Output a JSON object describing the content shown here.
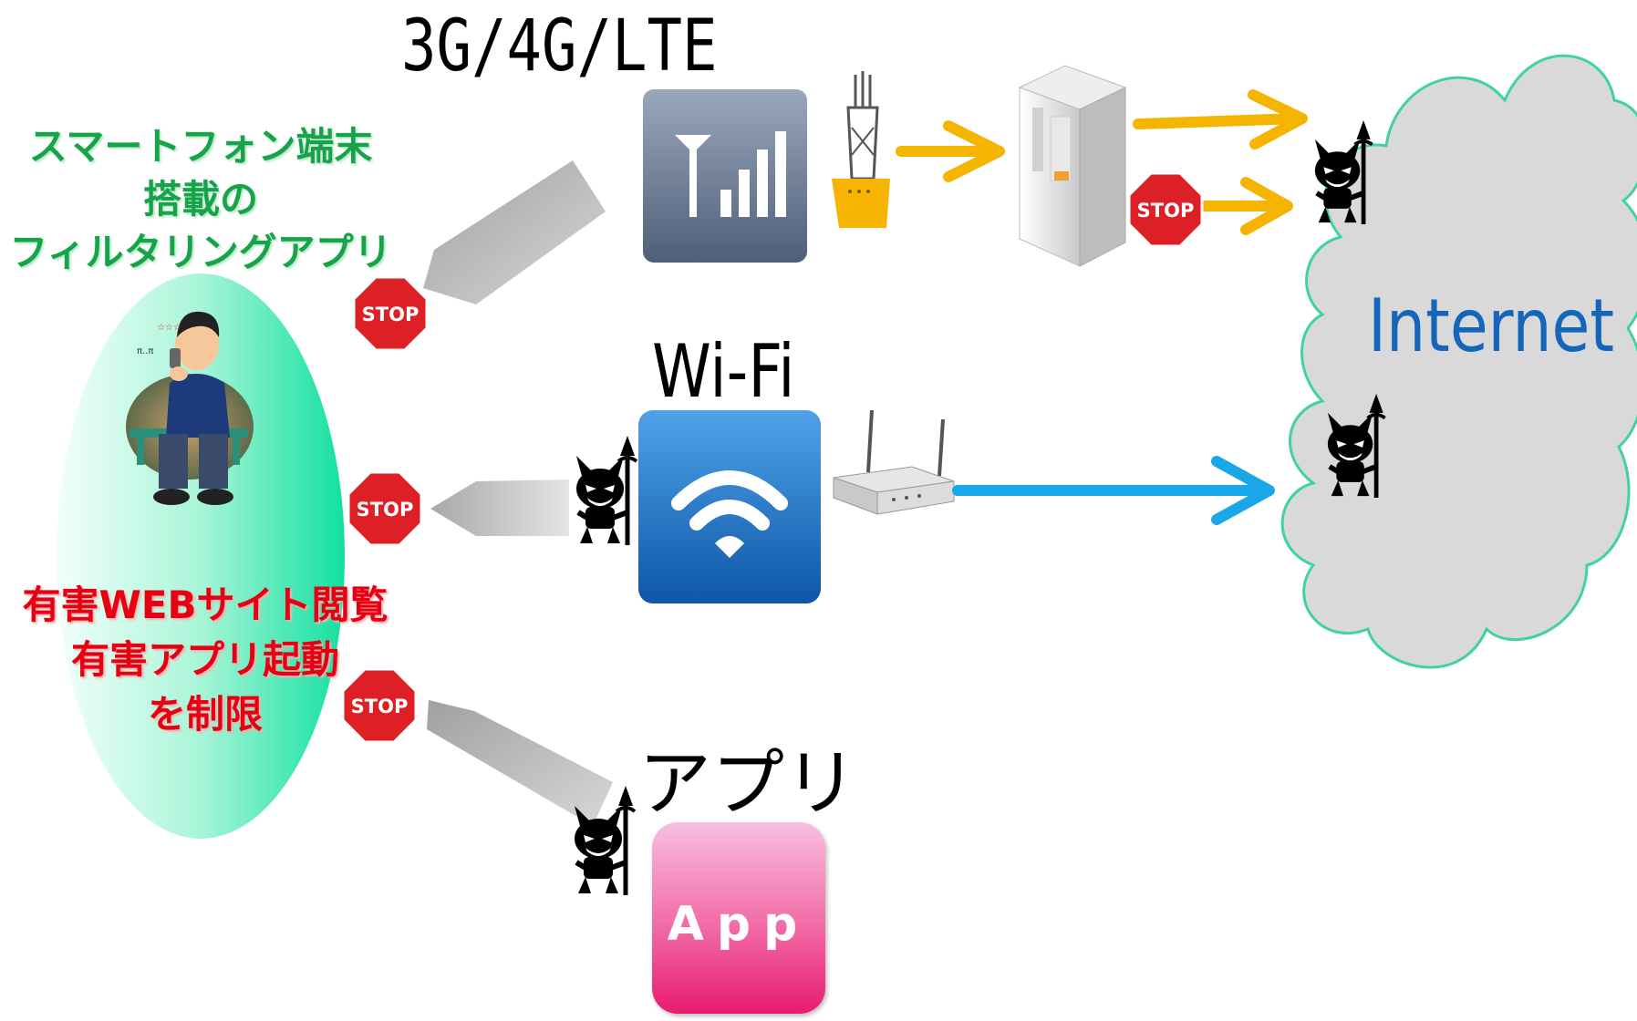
{
  "network_labels": {
    "mobile": "3G/4G/LTE",
    "wifi": "Wi-Fi",
    "app": "アプリ",
    "internet": "Internet"
  },
  "filter_app_caption": [
    "スマートフォン端末",
    "搭載の",
    "フィルタリングアプリ"
  ],
  "restriction_caption": [
    "有害WEBサイト閲覧",
    "有害アプリ起動",
    "を制限"
  ],
  "stop_sign_text": "STOP",
  "app_icon_text": "App",
  "icons": {
    "mobile": "cellular-signal-icon",
    "tower": "cell-tower-icon",
    "server": "server-icon",
    "wifi": "wifi-icon",
    "router": "wireless-router-icon",
    "threat": "devil-icon",
    "user": "smartphone-user-icon",
    "cloud": "internet-cloud-icon"
  },
  "colors": {
    "mobile_flow": "#f4b400",
    "wifi_flow": "#1aa7e8",
    "stop": "#dd1f26",
    "internet_label": "#1565b8",
    "filter_caption": "#16a34a",
    "restriction_caption": "#e60012",
    "ellipse": "#2ee8b0",
    "cloud_fill": "#d9d9d9",
    "cloud_stroke": "#3fd3a0"
  }
}
